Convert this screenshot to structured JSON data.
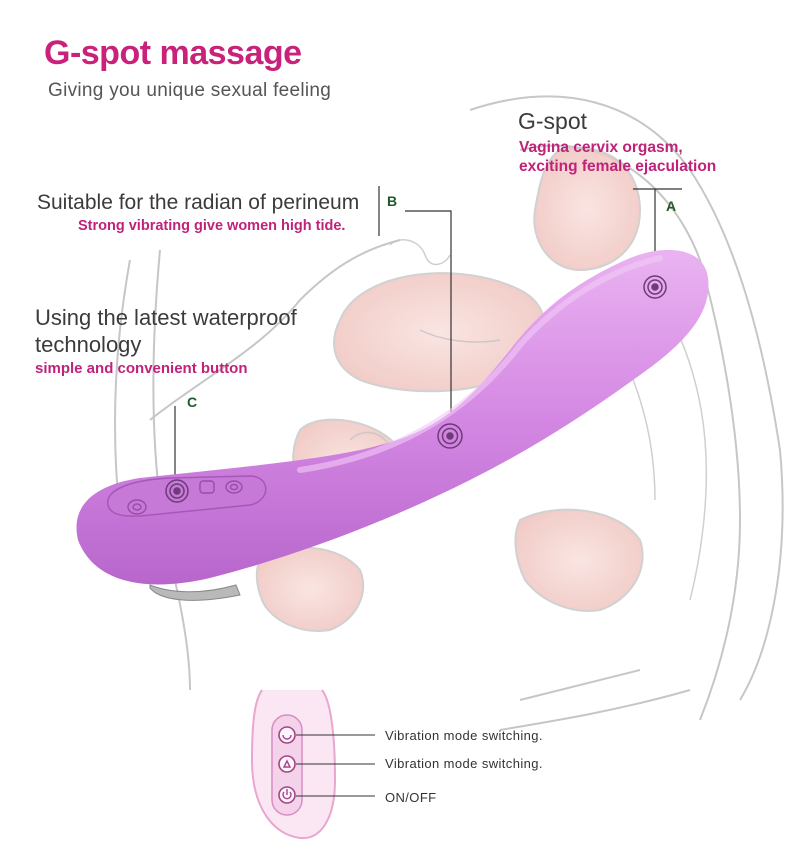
{
  "header": {
    "title": "G-spot massage",
    "subtitle": "Giving you unique sexual feeling"
  },
  "callout_a": {
    "heading": "G-spot",
    "line1": "Vagina cervix orgasm,",
    "line2": "exciting female ejaculation",
    "marker": "A"
  },
  "callout_b": {
    "heading": "Suitable for the radian of perineum",
    "sub": "Strong vibrating give women  high tide.",
    "marker": "B"
  },
  "callout_c": {
    "heading_line1": "Using the latest waterproof",
    "heading_line2": "technology",
    "sub": "simple and convenient button",
    "marker": "C"
  },
  "buttons": [
    {
      "label": "Vibration mode switching.",
      "icon": "vibration-mode-icon"
    },
    {
      "label": "Vibration mode switching.",
      "icon": "vibration-mode-icon"
    },
    {
      "label": "ON/OFF",
      "icon": "power-icon"
    }
  ],
  "colors": {
    "title": "#c8227a",
    "accent_pink": "#c0227a",
    "product_purple": "#d98be6",
    "anatomy_outline": "#b9b9b9",
    "anatomy_fill": "#f7d6d2",
    "marker_green": "#1f5a2b"
  }
}
